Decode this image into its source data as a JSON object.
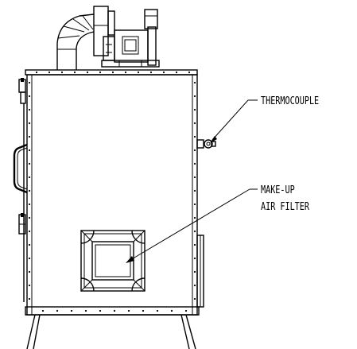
{
  "diagram": {
    "labels": {
      "thermocouple": "THERMOCOUPLE",
      "makeup_line1": "MAKE-UP",
      "makeup_line2": "AIR FILTER"
    },
    "colors": {
      "ink": "#000000",
      "paper": "#ffffff"
    }
  }
}
